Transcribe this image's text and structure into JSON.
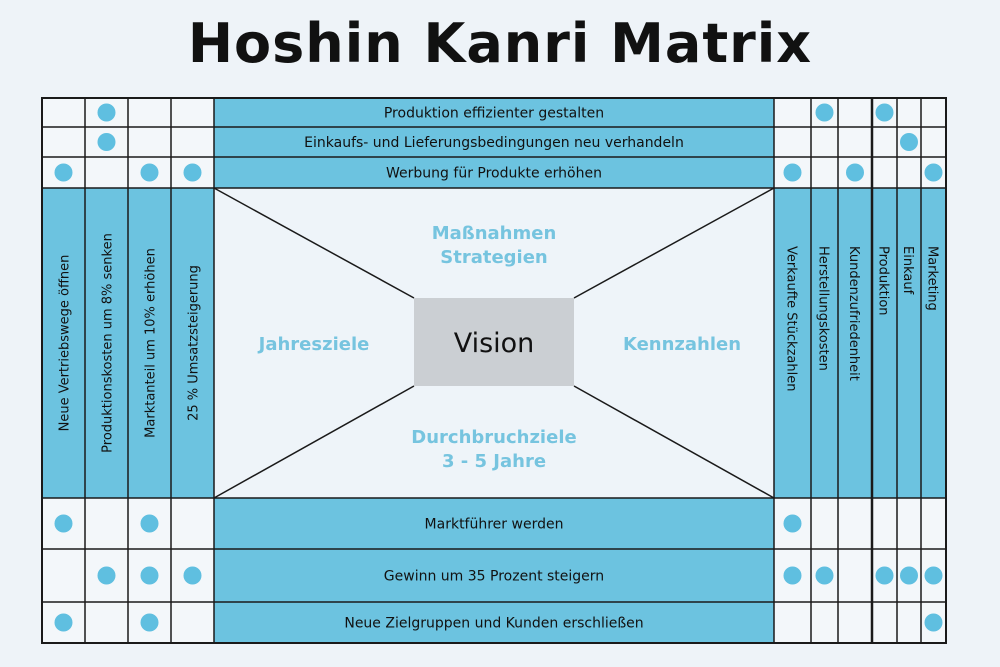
{
  "title": "Hoshin Kanri Matrix",
  "colors": {
    "cell_blue": "#6cc3e0",
    "dot": "#5fbfe0",
    "border": "#1a1a1a",
    "center_box": "#cbcfd3",
    "center_label": "#76c4df"
  },
  "center": {
    "vision": "Vision",
    "top_line1": "Maßnahmen",
    "top_line2": "Strategien",
    "left": "Jahresziele",
    "right": "Kennzahlen",
    "bottom_line1": "Durchbruchziele",
    "bottom_line2": "3  - 5 Jahre"
  },
  "strategies": [
    "Produktion effizienter gestalten",
    "Einkaufs- und Lieferungsbedingungen neu verhandeln",
    "Werbung für Produkte erhöhen"
  ],
  "breakthrough_goals": [
    "Marktführer werden",
    "Gewinn um 35 Prozent steigern",
    "Neue Zielgruppen und Kunden erschließen"
  ],
  "annual_goals": [
    "Neue Vertriebswege öffnen",
    "Produktionskosten um 8% senken",
    "Marktanteil um 10% erhöhen",
    "25 % Umsatzsteigerung"
  ],
  "kpis": [
    "Verkaufte Stückzahlen",
    "Herstellungskosten",
    "Kundenzufriedenheit"
  ],
  "departments": [
    "Produktion",
    "Einkauf",
    "Marketing"
  ],
  "marks": {
    "top_left": [
      [
        0,
        1,
        0,
        0
      ],
      [
        0,
        1,
        0,
        0
      ],
      [
        1,
        0,
        1,
        1
      ]
    ],
    "top_right": [
      [
        0,
        1,
        0,
        1,
        0,
        0
      ],
      [
        0,
        0,
        0,
        0,
        1,
        0
      ],
      [
        1,
        0,
        1,
        0,
        0,
        1
      ]
    ],
    "bottom_left": [
      [
        1,
        0,
        1,
        0
      ],
      [
        0,
        1,
        1,
        1
      ],
      [
        1,
        0,
        1,
        0
      ]
    ],
    "bottom_right": [
      [
        1,
        0,
        0,
        0,
        0,
        0
      ],
      [
        1,
        1,
        0,
        1,
        1,
        1
      ],
      [
        0,
        0,
        0,
        0,
        0,
        1
      ]
    ]
  }
}
